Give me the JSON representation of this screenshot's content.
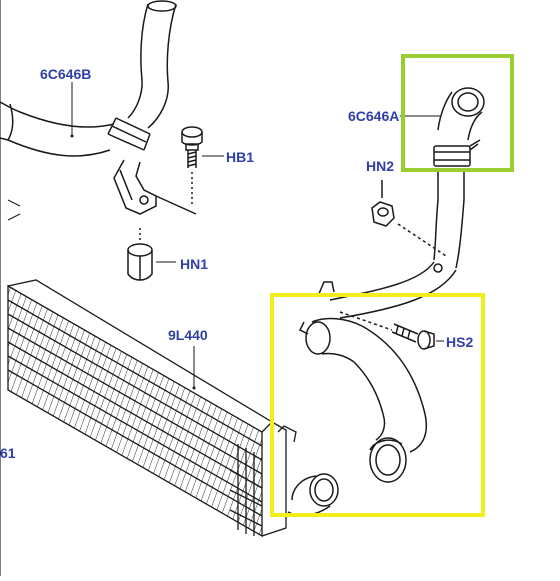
{
  "labels": {
    "hose_upper_left": "6C646B",
    "hose_upper_right": "6C646A",
    "bolt_upper": "HB1",
    "nut_right": "HN2",
    "nut_left": "HN1",
    "intercooler": "9L440",
    "bolt_lower": "HS2",
    "left_edge": "61"
  },
  "colors": {
    "label": "#2f3fa8",
    "line": "#1a1a1a",
    "highlight_green": "#9acd32",
    "highlight_yellow": "#f2ee1a"
  }
}
